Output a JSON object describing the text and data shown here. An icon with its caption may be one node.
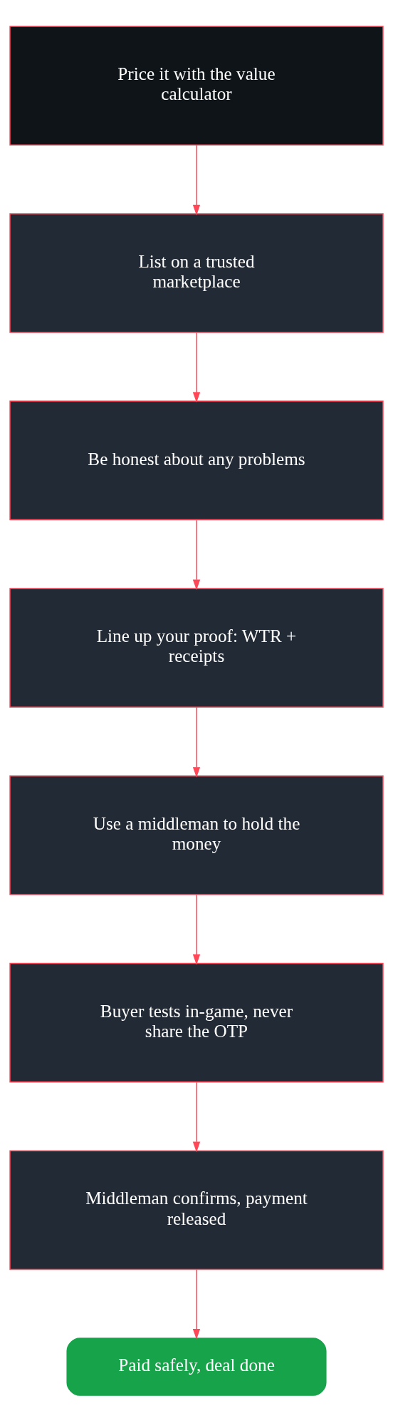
{
  "diagram": {
    "nodes": [
      {
        "text": [
          "Price it with the value calculator"
        ]
      },
      {
        "text": [
          "List on a trusted marketplace"
        ]
      },
      {
        "text": [
          "Be honest about any problems"
        ]
      },
      {
        "text": [
          "Line up your proof: WTR + receipts"
        ]
      },
      {
        "text": [
          "Use a middleman to hold the money"
        ]
      },
      {
        "text": [
          "Buyer tests in-game, never share the OTP"
        ]
      },
      {
        "text": [
          "Middleman confirms, payment released"
        ]
      },
      {
        "text": [
          "Paid safely, deal done"
        ]
      }
    ],
    "edges": [
      {
        "from": 0,
        "to": 1,
        "arrow": "to"
      },
      {
        "from": 1,
        "to": 2,
        "arrow": "to"
      },
      {
        "from": 2,
        "to": 3,
        "arrow": "to"
      },
      {
        "from": 3,
        "to": 4,
        "arrow": "to"
      },
      {
        "from": 4,
        "to": 5,
        "arrow": "to"
      },
      {
        "from": 5,
        "to": 6,
        "arrow": "to"
      },
      {
        "from": 6,
        "to": 7,
        "arrow": "to"
      }
    ]
  }
}
